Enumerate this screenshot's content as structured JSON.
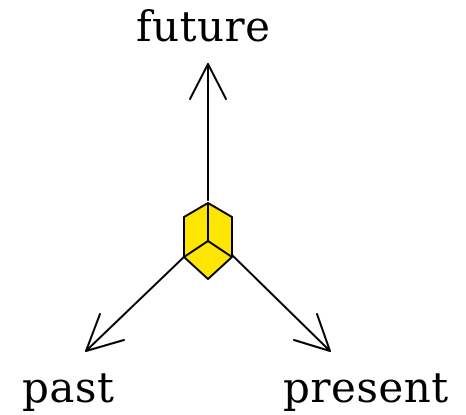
{
  "labels": {
    "future": "future",
    "past": "past",
    "present": "present"
  },
  "colors": {
    "stroke": "#000000",
    "cube_fill": "#ffe600",
    "background": "#ffffff"
  }
}
